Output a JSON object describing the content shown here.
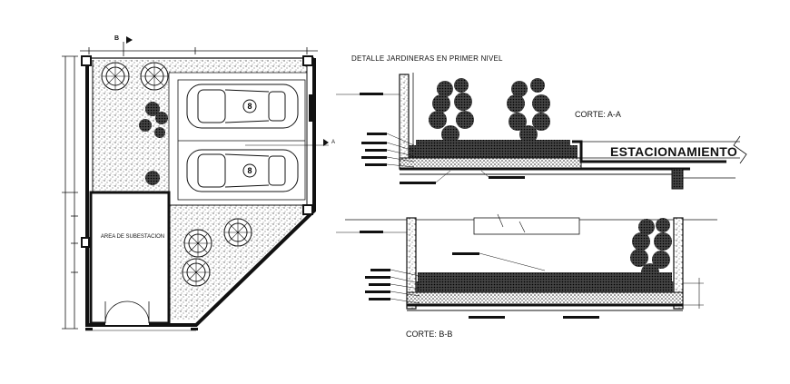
{
  "labels": {
    "detail_title": "DETALLE JARDINERAS EN PRIMER NIVEL",
    "section_a": "CORTE: A-A",
    "section_b": "CORTE: B-B",
    "parking": "ESTACIONAMIENTO",
    "substation": "AREA DE SUBESTACION",
    "section_mark_b": "B",
    "section_mark_a": "A",
    "car_1": "8",
    "car_2": "8"
  },
  "colors": {
    "line": "#111111",
    "background": "#ffffff",
    "gravel": "#9a9a9a"
  }
}
